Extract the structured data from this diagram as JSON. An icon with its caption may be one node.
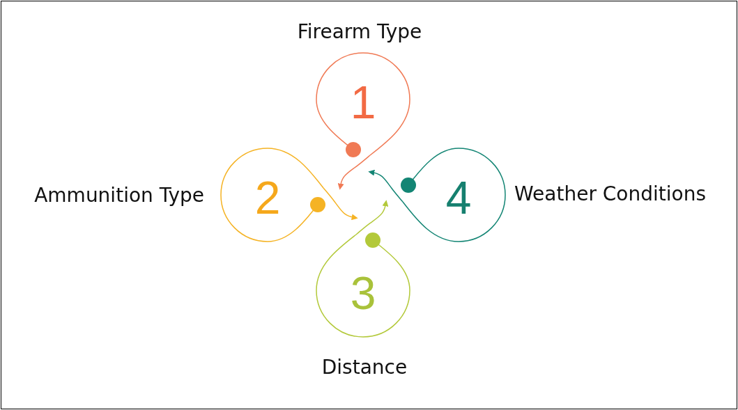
{
  "diagram": {
    "nodes": [
      {
        "text": [
          "Firearm Type",
          "1"
        ]
      },
      {
        "text": [
          "Ammunition Type",
          "2"
        ]
      },
      {
        "text": [
          "3",
          "Distance"
        ]
      },
      {
        "text": [
          "4",
          "Weather Conditions"
        ]
      }
    ],
    "edges": [
      {
        "from": 0,
        "to": 1,
        "arrow": "to",
        "color": "#f07a55"
      },
      {
        "from": 1,
        "to": 2,
        "arrow": "to",
        "color": "#f5b324"
      },
      {
        "from": 2,
        "to": 3,
        "arrow": "to",
        "color": "#b3c93a"
      },
      {
        "from": 3,
        "to": 0,
        "arrow": "to",
        "color": "#138574"
      }
    ]
  }
}
